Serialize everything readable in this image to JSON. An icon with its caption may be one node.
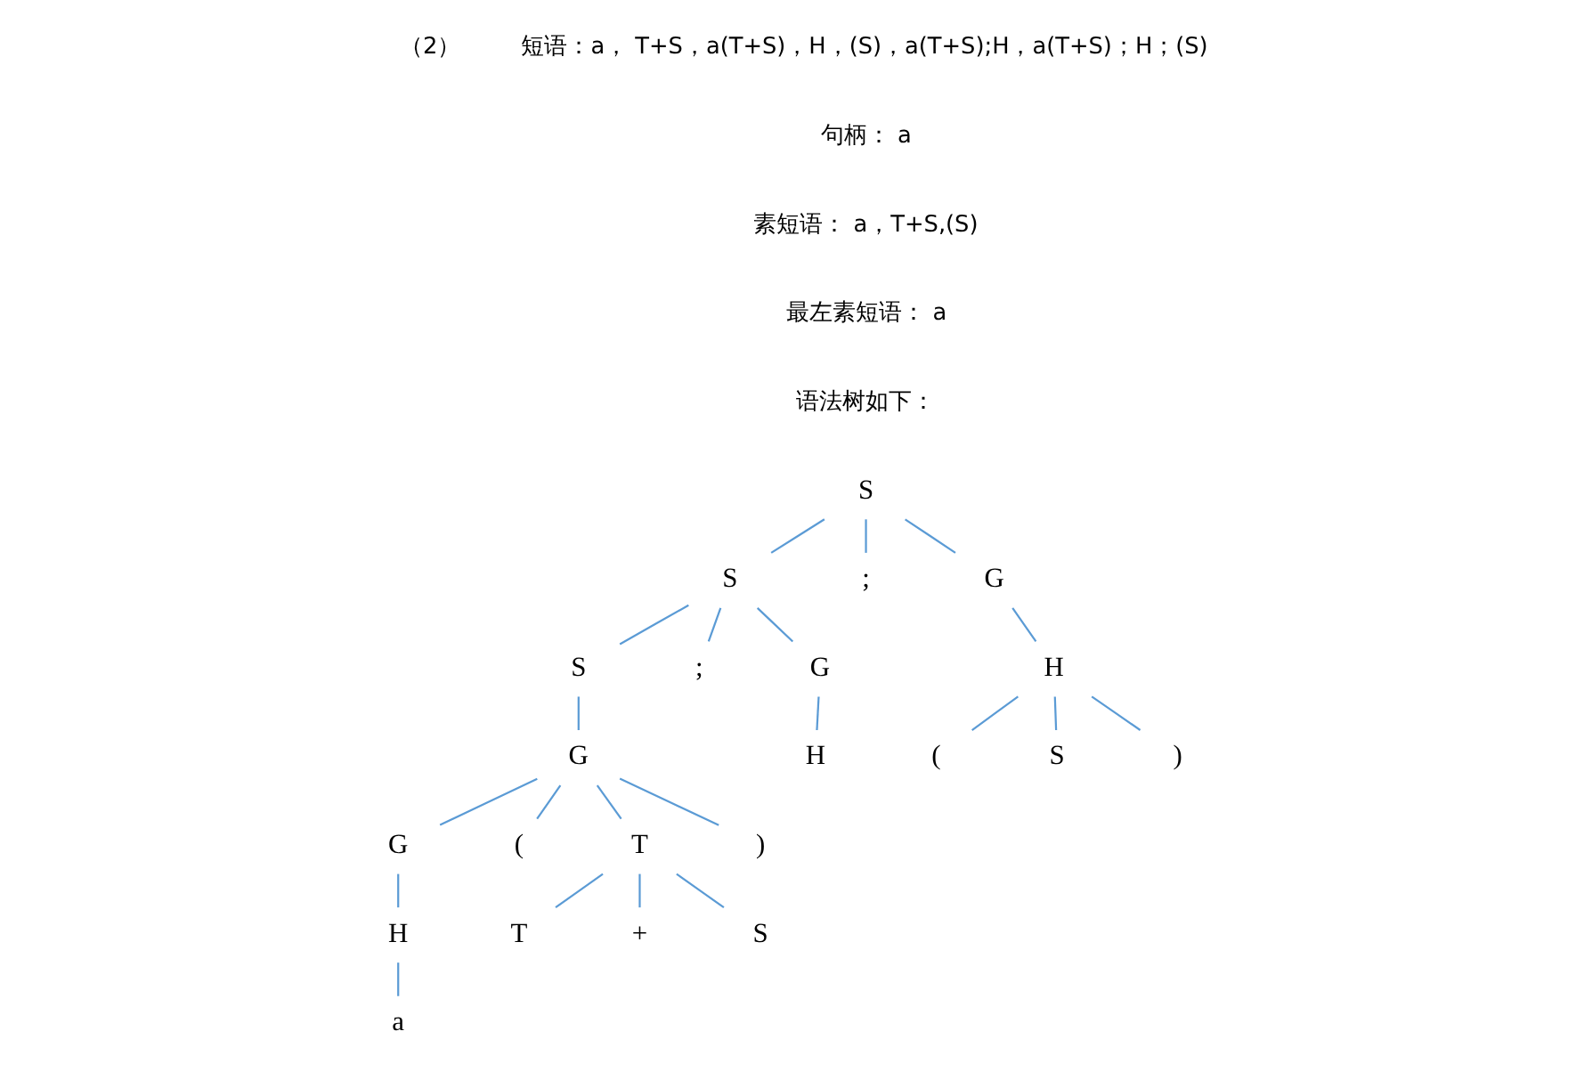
{
  "diagram": {
    "nodes": [
      {
        "text": [
          "S"
        ]
      },
      {
        "text": [
          "S"
        ]
      },
      {
        "text": [
          ";"
        ]
      },
      {
        "text": [
          "G"
        ]
      },
      {
        "text": [
          "S"
        ]
      },
      {
        "text": [
          ";"
        ]
      },
      {
        "text": [
          "G"
        ]
      },
      {
        "text": [
          "H"
        ]
      },
      {
        "text": [
          "G"
        ]
      },
      {
        "text": [
          "H"
        ]
      },
      {
        "text": [
          "("
        ]
      },
      {
        "text": [
          "S"
        ]
      },
      {
        "text": [
          ")"
        ]
      },
      {
        "text": [
          "G"
        ]
      },
      {
        "text": [
          "("
        ]
      },
      {
        "text": [
          "T"
        ]
      },
      {
        "text": [
          ")"
        ]
      },
      {
        "text": [
          "H"
        ]
      },
      {
        "text": [
          "T"
        ]
      },
      {
        "text": [
          "+"
        ]
      },
      {
        "text": [
          "S"
        ]
      },
      {
        "text": [
          "a"
        ]
      }
    ],
    "edges": [
      {
        "from": 0,
        "to": 1,
        "arrow": "none"
      },
      {
        "from": 0,
        "to": 2,
        "arrow": "none"
      },
      {
        "from": 0,
        "to": 3,
        "arrow": "none"
      },
      {
        "from": 1,
        "to": 4,
        "arrow": "none"
      },
      {
        "from": 1,
        "to": 5,
        "arrow": "none"
      },
      {
        "from": 1,
        "to": 6,
        "arrow": "none"
      },
      {
        "from": 3,
        "to": 7,
        "arrow": "none"
      },
      {
        "from": 4,
        "to": 8,
        "arrow": "none"
      },
      {
        "from": 6,
        "to": 9,
        "arrow": "none"
      },
      {
        "from": 7,
        "to": 10,
        "arrow": "none"
      },
      {
        "from": 7,
        "to": 11,
        "arrow": "none"
      },
      {
        "from": 7,
        "to": 12,
        "arrow": "none"
      },
      {
        "from": 8,
        "to": 13,
        "arrow": "none"
      },
      {
        "from": 8,
        "to": 14,
        "arrow": "none"
      },
      {
        "from": 8,
        "to": 15,
        "arrow": "none"
      },
      {
        "from": 8,
        "to": 16,
        "arrow": "none"
      },
      {
        "from": 13,
        "to": 17,
        "arrow": "none"
      },
      {
        "from": 15,
        "to": 18,
        "arrow": "none"
      },
      {
        "from": 15,
        "to": 19,
        "arrow": "none"
      },
      {
        "from": 15,
        "to": 20,
        "arrow": "none"
      },
      {
        "from": 17,
        "to": 21,
        "arrow": "none"
      }
    ],
    "labels": [
      "（2）",
      "短语：a， T+S，a(T+S)，H，(S)，a(T+S);H，a(T+S)；H；(S)",
      "句柄： a",
      "素短语： a，T+S,(S)",
      "最左素短语： a",
      "语法树如下："
    ]
  }
}
